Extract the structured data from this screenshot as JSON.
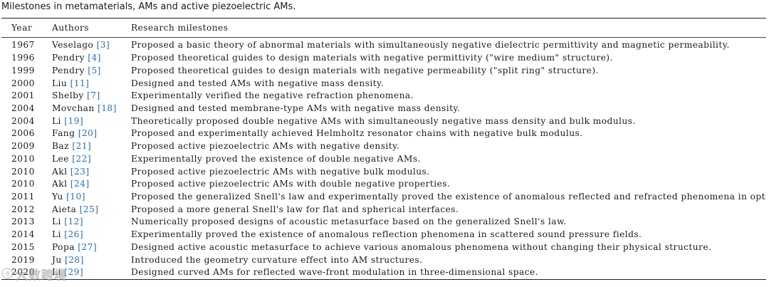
{
  "caption": "Milestones in metamaterials, AMs and active piezoelectric AMs.",
  "table": {
    "headers": {
      "year": "Year",
      "authors": "Authors",
      "milestones": "Research milestones"
    },
    "rows": [
      {
        "year": "1967",
        "author": "Veselago",
        "ref": "[3]",
        "milestone": "Proposed a basic theory of abnormal materials with simultaneously negative dielectric permittivity and magnetic permeability."
      },
      {
        "year": "1996",
        "author": "Pendry",
        "ref": "[4]",
        "milestone": "Proposed theoretical guides to design materials with negative permittivity (\"wire medium\" structure)."
      },
      {
        "year": "1999",
        "author": "Pendry",
        "ref": "[5]",
        "milestone": "Proposed theoretical guides to design materials with negative permeability (\"split ring\" structure)."
      },
      {
        "year": "2000",
        "author": "Liu",
        "ref": "[11]",
        "milestone": "Designed and tested AMs with negative mass density."
      },
      {
        "year": "2001",
        "author": "Shelby",
        "ref": "[7]",
        "milestone": "Experimentally verified the negative refraction phenomena."
      },
      {
        "year": "2004",
        "author": "Movchan",
        "ref": "[18]",
        "milestone": "Designed and tested membrane-type AMs with negative mass density."
      },
      {
        "year": "2004",
        "author": "Li",
        "ref": "[19]",
        "milestone": "Theoretically proposed double negative AMs with simultaneously negative mass density and bulk modulus."
      },
      {
        "year": "2006",
        "author": "Fang",
        "ref": "[20]",
        "milestone": "Proposed and experimentally achieved Helmholtz resonator chains with negative bulk modulus."
      },
      {
        "year": "2009",
        "author": "Baz",
        "ref": "[21]",
        "milestone": "Proposed active piezoelectric AMs with negative density."
      },
      {
        "year": "2010",
        "author": "Lee",
        "ref": "[22]",
        "milestone": "Experimentally proved the existence of double negative AMs."
      },
      {
        "year": "2010",
        "author": "Akl",
        "ref": "[23]",
        "milestone": "Proposed active piezoelectric AMs with negative bulk modulus."
      },
      {
        "year": "2010",
        "author": "Akl",
        "ref": "[24]",
        "milestone": "Proposed active piezoelectric AMs with double negative properties."
      },
      {
        "year": "2011",
        "author": "Yu",
        "ref": "[10]",
        "milestone": "Proposed the generalized Snell's law and experimentally proved the existence of anomalous reflected and refracted phenomena in optics."
      },
      {
        "year": "2012",
        "author": "Aieta",
        "ref": "[25]",
        "milestone": "Proposed a more general Snell's law for flat and spherical interfaces."
      },
      {
        "year": "2013",
        "author": "Li",
        "ref": "[12]",
        "milestone": "Numerically proposed designs of acoustic metasurface based on the generalized Snell's law."
      },
      {
        "year": "2014",
        "author": "Li",
        "ref": "[26]",
        "milestone": "Experimentally proved the existence of anomalous reflection phenomena in scattered sound pressure fields."
      },
      {
        "year": "2015",
        "author": "Popa",
        "ref": "[27]",
        "milestone": "Designed active acoustic metasurface to achieve various anomalous phenomena without changing their physical structure."
      },
      {
        "year": "2019",
        "author": "Ju",
        "ref": "[28]",
        "milestone": "Introduced the geometry curvature effect into AM structures."
      },
      {
        "year": "2020",
        "author": "Li",
        "ref": "[29]",
        "milestone": "Designed curved AMs for reflected wave-front modulation in three-dimensional space."
      }
    ]
  },
  "watermark": {
    "text": "大数跨境",
    "icon": "brand-logo-icon"
  },
  "colors": {
    "text": "#1a1a1a",
    "reference_link": "#2a6ebb",
    "rule": "#222222"
  }
}
